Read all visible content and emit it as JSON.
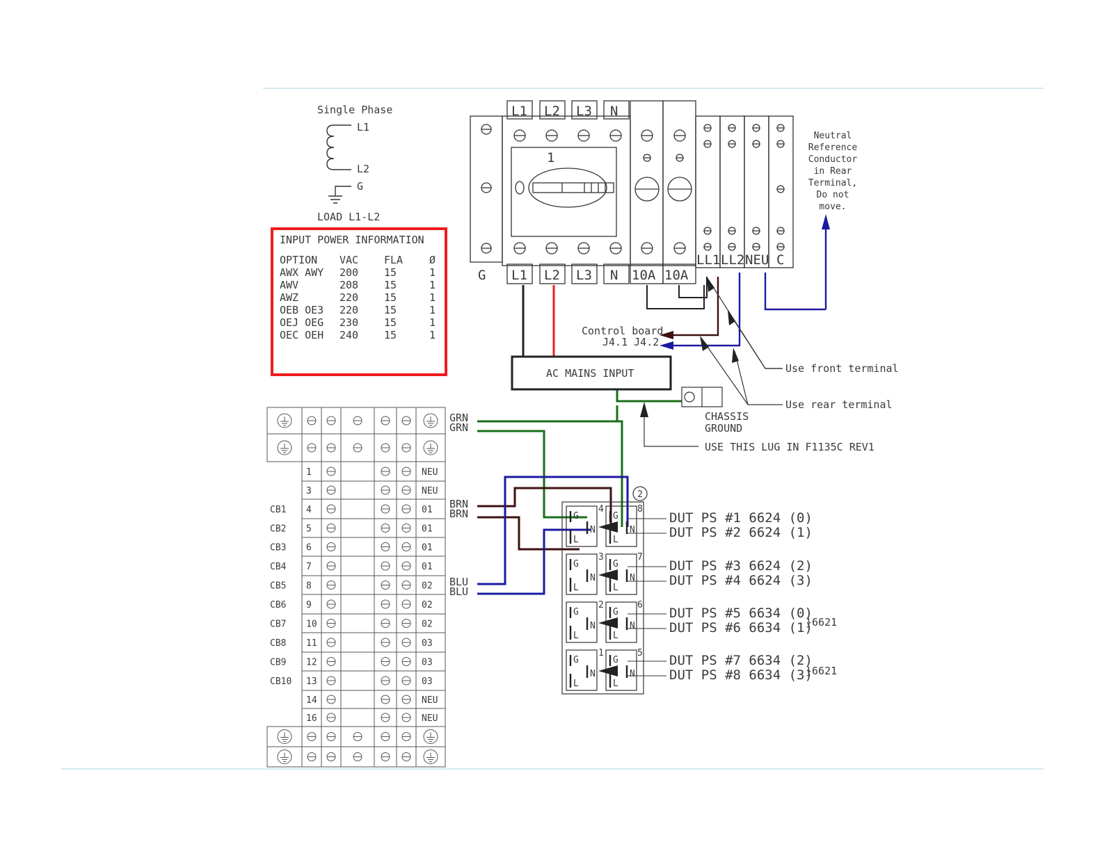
{
  "rules": {
    "color": "#b9dfe8"
  },
  "single_phase": {
    "title": "Single Phase",
    "l1": "L1",
    "l2": "L2",
    "g": "G",
    "load": "LOAD L1-L2"
  },
  "input_power": {
    "title": "INPUT POWER INFORMATION",
    "border_color": "#ee1c1c",
    "headers": [
      "OPTION",
      "VAC",
      "FLA",
      "Ø"
    ],
    "rows": [
      [
        "AWX AWY",
        "200",
        "15",
        "1"
      ],
      [
        "AWV",
        "208",
        "15",
        "1"
      ],
      [
        "AWZ",
        "220",
        "15",
        "1"
      ],
      [
        "OEB OE3",
        "220",
        "15",
        "1"
      ],
      [
        "OEJ OEG",
        "230",
        "15",
        "1"
      ],
      [
        "OEC OEH",
        "240",
        "15",
        "1"
      ]
    ]
  },
  "breaker": {
    "top_labels": [
      "L1",
      "L2",
      "L3",
      "N"
    ],
    "bottom_labels": [
      "L1",
      "L2",
      "L3",
      "N"
    ],
    "ground_label": "G",
    "switch_position": "1",
    "fuse_labels": [
      "10A",
      "10A"
    ],
    "terminal_labels": [
      "LL1",
      "LL2",
      "NEU",
      "C"
    ]
  },
  "neutral_note": [
    "Neutral",
    "Reference",
    "Conductor",
    "in Rear",
    "Terminal,",
    "Do not",
    "move."
  ],
  "control_board": {
    "line1": "Control board",
    "line2": "J4.1  J4.2"
  },
  "ac_mains": "AC MAINS INPUT",
  "chassis": {
    "line1": "CHASSIS",
    "line2": "GROUND",
    "lug_note": "USE THIS LUG IN F1135C REV1"
  },
  "terminal_notes": {
    "front": "Use front terminal",
    "rear": "Use rear terminal"
  },
  "wire_colors": {
    "green": "#1a6e1a",
    "red": "#ee1c1c",
    "blue": "#1a1aa0",
    "brown": "#3e1010",
    "black": "#222222"
  },
  "wire_labels": {
    "grn": [
      "GRN",
      "GRN"
    ],
    "brn": [
      "BRN",
      "BRN"
    ],
    "blu": [
      "BLU",
      "BLU"
    ]
  },
  "terminal_strip": {
    "rows": [
      {
        "cb": "",
        "num": "1",
        "out": "NEU"
      },
      {
        "cb": "",
        "num": "3",
        "out": "NEU"
      },
      {
        "cb": "CB1",
        "num": "4",
        "out": "01"
      },
      {
        "cb": "CB2",
        "num": "5",
        "out": "01"
      },
      {
        "cb": "CB3",
        "num": "6",
        "out": "01"
      },
      {
        "cb": "CB4",
        "num": "7",
        "out": "01"
      },
      {
        "cb": "CB5",
        "num": "8",
        "out": "02"
      },
      {
        "cb": "CB6",
        "num": "9",
        "out": "02"
      },
      {
        "cb": "CB7",
        "num": "10",
        "out": "02"
      },
      {
        "cb": "CB8",
        "num": "11",
        "out": "03"
      },
      {
        "cb": "CB9",
        "num": "12",
        "out": "03"
      },
      {
        "cb": "CB10",
        "num": "13",
        "out": "03"
      },
      {
        "cb": "",
        "num": "14",
        "out": "NEU"
      },
      {
        "cb": "",
        "num": "16",
        "out": "NEU"
      }
    ]
  },
  "outlets": {
    "callout": "2",
    "left_numbers": [
      "4",
      "3",
      "2",
      "1"
    ],
    "right_numbers": [
      "8",
      "7",
      "6",
      "5"
    ],
    "contact_g": "G",
    "contact_n": "N",
    "contact_l": "L"
  },
  "dut_labels": [
    "DUT PS #1 6624 (0)",
    "DUT PS #2 6624 (1)",
    "DUT PS #3 6624 (2)",
    "DUT PS #4 6624 (3)",
    "DUT PS #5 6634 (0)",
    "DUT PS #6 6634 (1)",
    "DUT PS #7 6634 (2)",
    "DUT PS #8 6634 (3)"
  ],
  "braces": [
    "}6621",
    "}6621"
  ]
}
